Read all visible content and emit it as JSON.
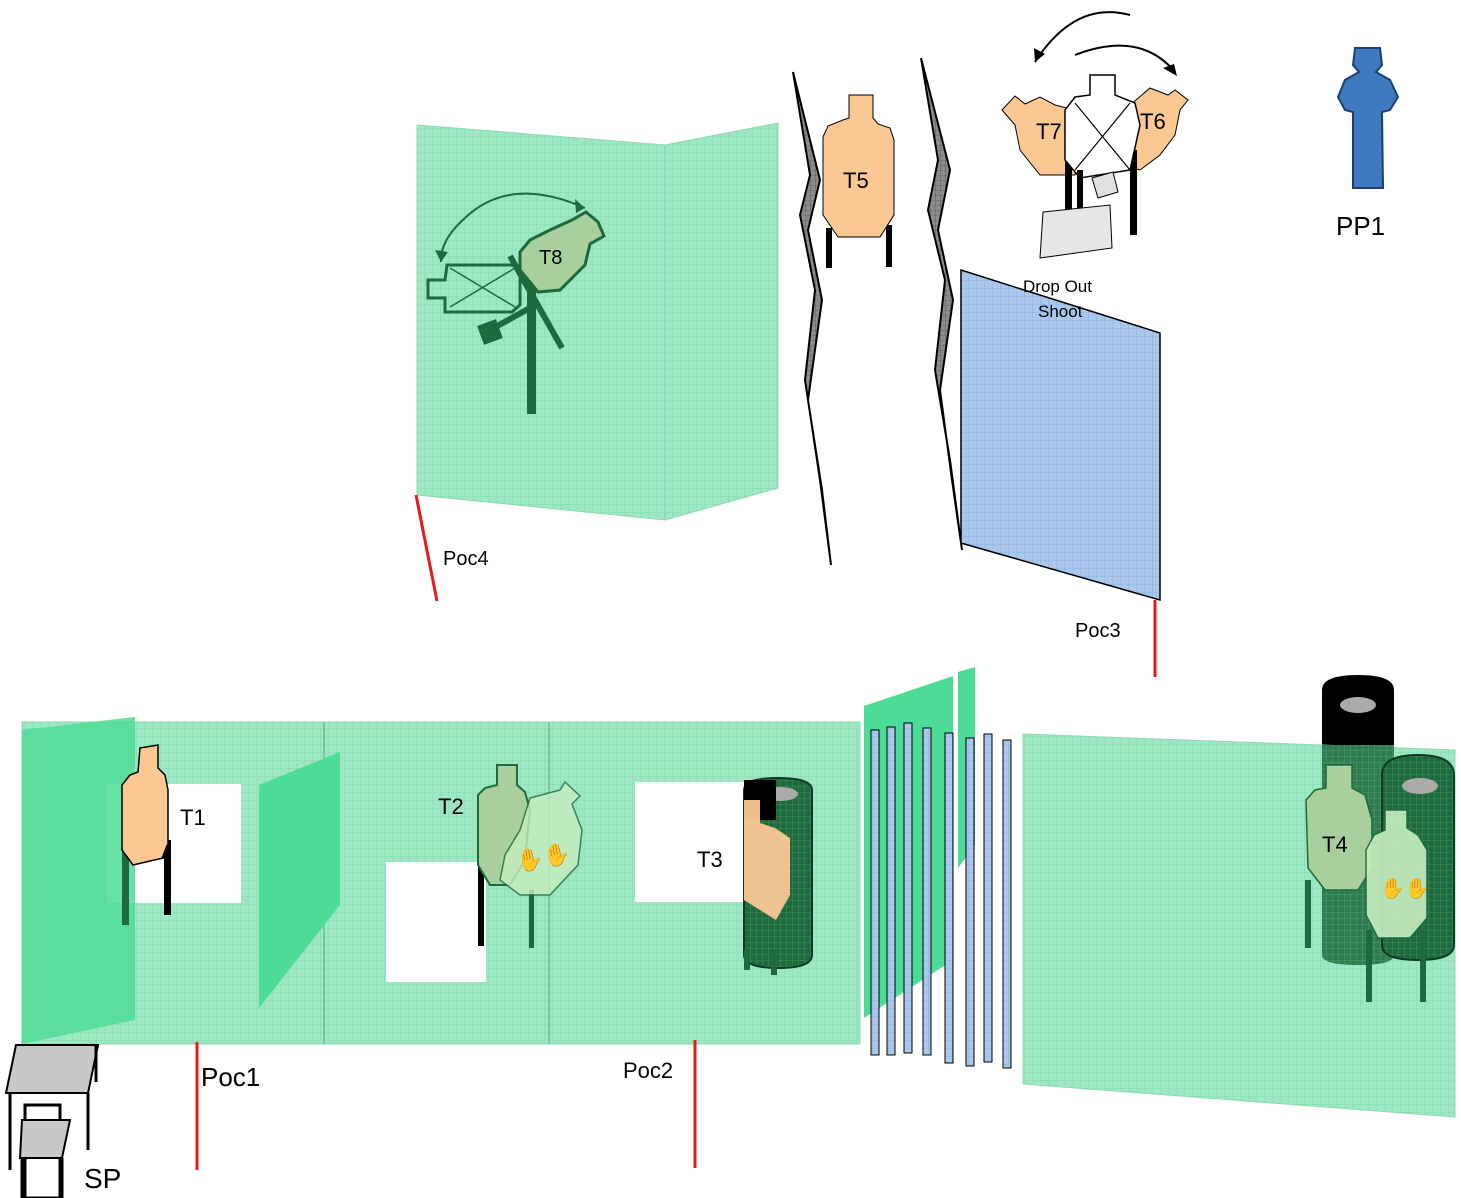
{
  "labels": {
    "t1": "T1",
    "t2": "T2",
    "t3": "T3",
    "t4": "T4",
    "t5": "T5",
    "t6": "T6",
    "t7": "T7",
    "t8": "T8",
    "pp1": "PP1",
    "poc1": "Poc1",
    "poc2": "Poc2",
    "poc3": "Poc3",
    "poc4": "Poc4",
    "sp": "SP",
    "drop_out": "Drop Out",
    "shoot": "Shoot"
  },
  "colors": {
    "wall_green": "#9de8c2",
    "wall_green_dark": "#4ddc96",
    "wall_blue": "#a9c8ec",
    "target_orange": "#fbc893",
    "target_green": "#a8cf9c",
    "barrel_green": "#1e6a3e",
    "barrel_black": "#000000",
    "fault_line_red": "#e31b1b",
    "no_shoot_white": "#ffffff",
    "pp1_blue": "#3f7ac0",
    "plank_gray": "#808080"
  }
}
